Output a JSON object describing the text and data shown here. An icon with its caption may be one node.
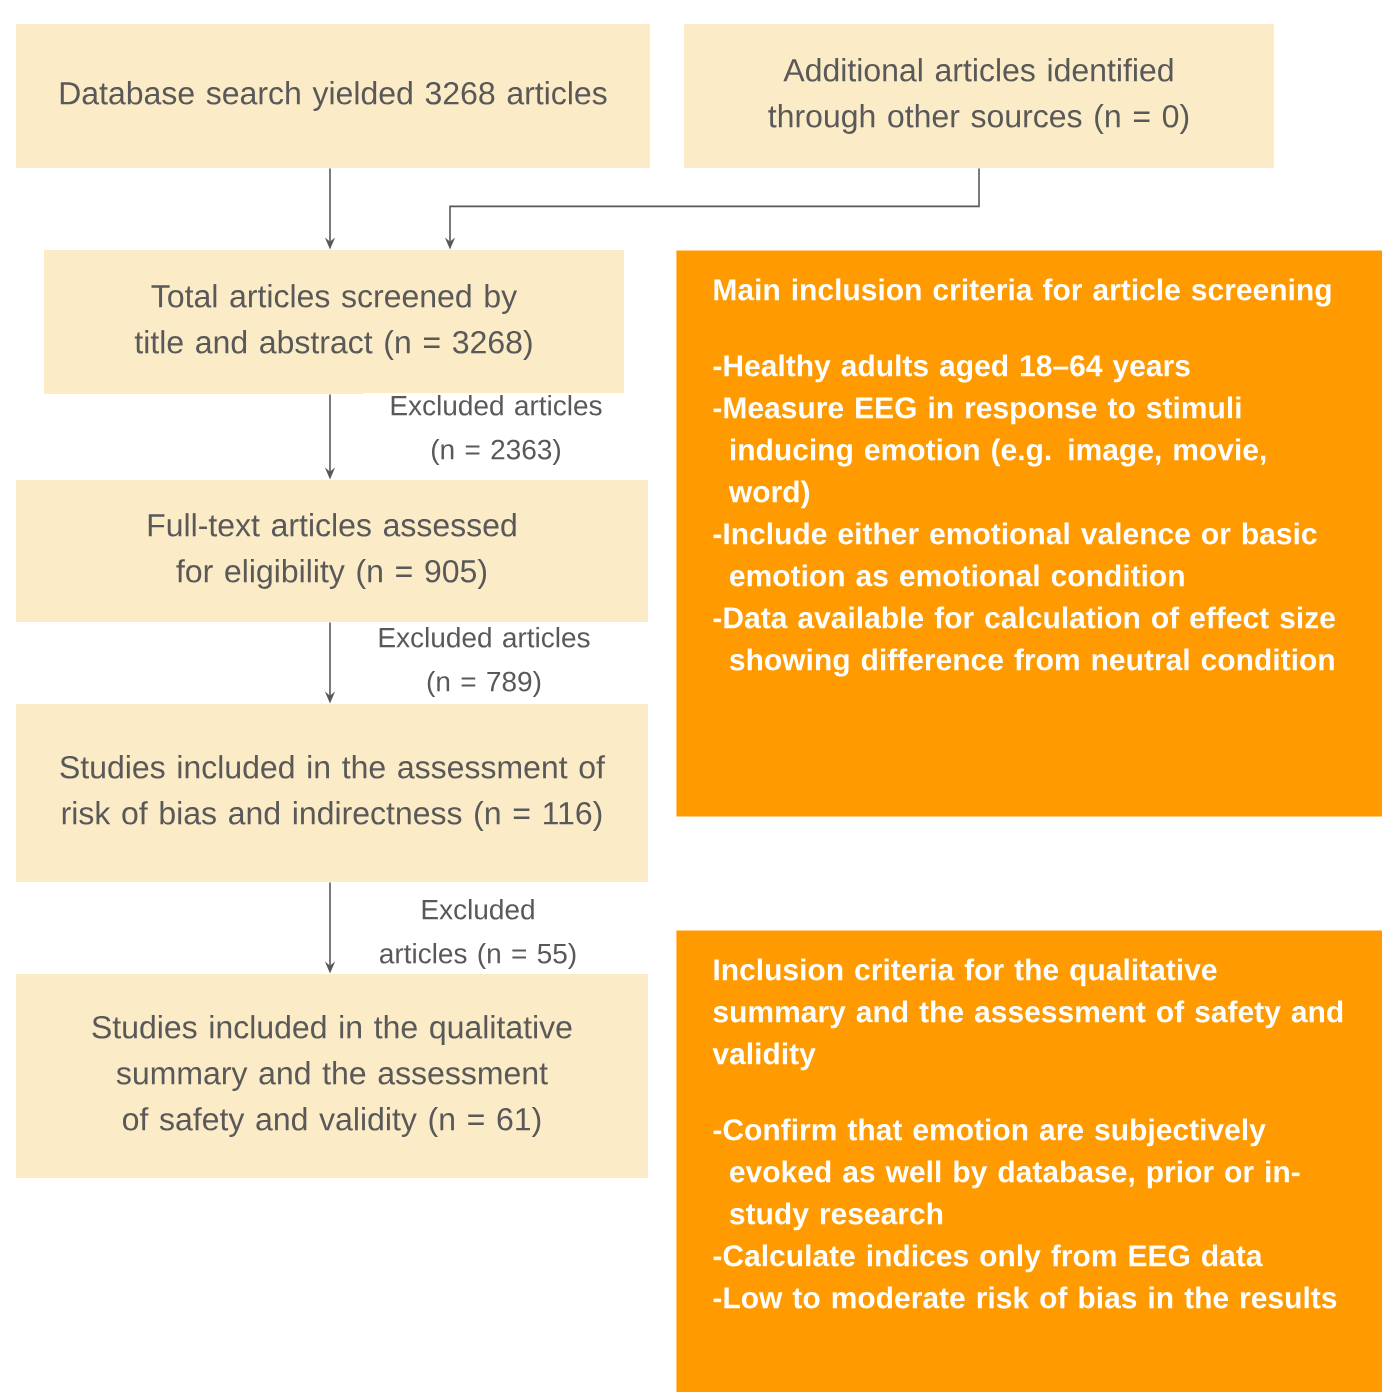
{
  "diagram": {
    "nodes": [
      {
        "text": [
          "Database search yielded 3268 articles"
        ]
      },
      {
        "text": [
          "Additional articles identified through other sources (n = 0)"
        ]
      },
      {
        "text": [
          "Total articles screened by title and abstract (n = 3268)"
        ]
      },
      {
        "text": [
          "Full-text articles assessed for eligibility (n = 905)"
        ]
      },
      {
        "text": [
          "Studies included in the assessment of risk of bias and indirectness (n = 116)"
        ]
      },
      {
        "text": [
          "Studies included in the qualitative summary and the assessment of safety and validity (n = 61)"
        ]
      },
      {
        "text": [
          "Main inclusion criteria for article screening",
          "-Healthy adults aged 18–64 years",
          "-Measure EEG in response to stimuli inducing emotion (e.g. image, movie, word)",
          "-Include either emotional valence or basic emotion as emotional condition",
          "-Data available for calculation of effect size showing difference from neutral condition"
        ]
      },
      {
        "text": [
          "Inclusion criteria for the qualitative summary and the assessment of safety and validity",
          "-Confirm that emotion are subjectively evoked as well by database, prior or in-study research",
          "-Calculate indices only from EEG data",
          "-Low to moderate risk of bias in the results"
        ]
      }
    ],
    "edges": [
      {
        "from": 0,
        "to": 2,
        "arrow": "to"
      },
      {
        "from": 1,
        "to": 2,
        "arrow": "to"
      },
      {
        "from": 2,
        "to": 3,
        "arrow": "to",
        "label": "Excluded articles (n = 2363)"
      },
      {
        "from": 3,
        "to": 4,
        "arrow": "to",
        "label": "Excluded articles (n = 789)"
      },
      {
        "from": 4,
        "to": 5,
        "arrow": "to",
        "label": "Excluded articles (n = 55)"
      }
    ]
  }
}
